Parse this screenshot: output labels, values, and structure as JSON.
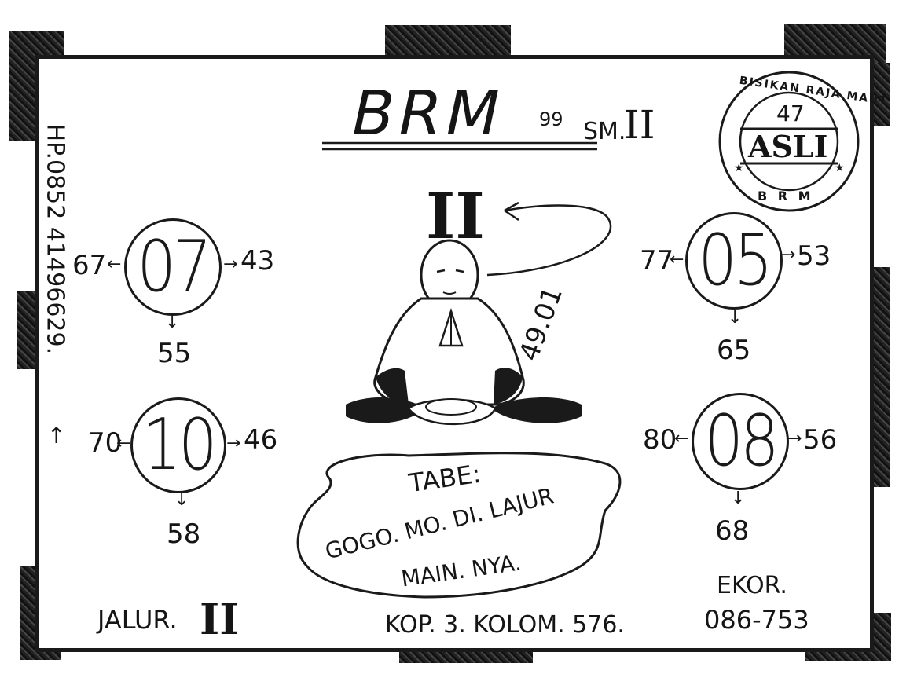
{
  "header": {
    "title": "BRM",
    "superscript": "99",
    "subtitle": "SM.",
    "subtitle_numeral": "II"
  },
  "stamp": {
    "ring_text": "BISIKAN RAJA MAUT",
    "number": "47",
    "center": "ASLI",
    "bottom": "B R M"
  },
  "phone": "HP.0852 41496629.",
  "center_numeral": "II",
  "side_note": "49.01",
  "circles": [
    {
      "center": "07",
      "left": "67",
      "right": "43",
      "bottom": "55"
    },
    {
      "center": "10",
      "left": "70",
      "right": "46",
      "bottom": "58"
    },
    {
      "center": "05",
      "left": "77",
      "right": "53",
      "bottom": "65"
    },
    {
      "center": "08",
      "left": "80",
      "right": "56",
      "bottom": "68"
    }
  ],
  "cloud_text": {
    "line1": "TABE:",
    "line2": "GOGO. MO. DI. LAJUR",
    "line3": "MAIN. NYA."
  },
  "footer": {
    "jalur_label": "JALUR.",
    "jalur_numeral": "II",
    "kop": "KOP. 3. KOLOM. 576.",
    "ekor_label": "EKOR.",
    "ekor_value": "086-753"
  }
}
